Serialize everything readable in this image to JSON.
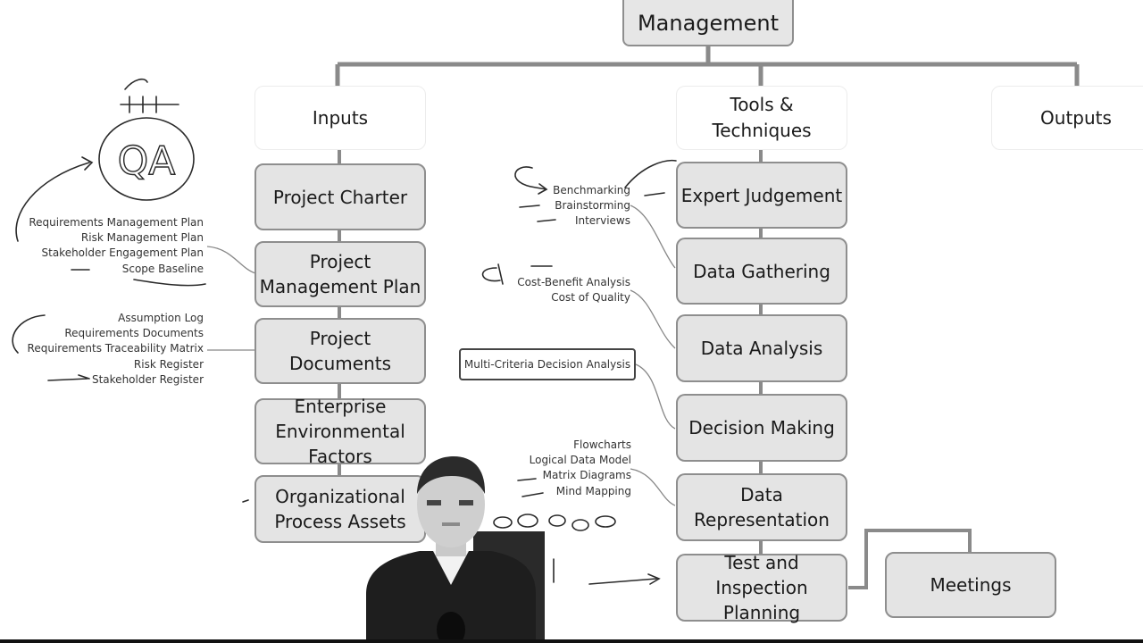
{
  "diagram": {
    "top_title": "Management",
    "headers": {
      "inputs": "Inputs",
      "tools": "Tools &\nTechniques",
      "outputs": "Outputs"
    },
    "inputs": [
      "Project Charter",
      "Project\nManagement Plan",
      "Project\nDocuments",
      "Enterprise\nEnvironmental\nFactors",
      "Organizational\nProcess Assets"
    ],
    "tools": [
      "Expert Judgement",
      "Data Gathering",
      "Data Analysis",
      "Decision Making",
      "Data\nRepresentation",
      "Test and Inspection\nPlanning"
    ],
    "meetings": "Meetings",
    "management_plan_items": [
      "Requirements Management Plan",
      "Risk Management Plan",
      "Stakeholder Engagement Plan",
      "Scope Baseline"
    ],
    "project_documents_items": [
      "Assumption Log",
      "Requirements Documents",
      "Requirements Traceability Matrix",
      "Risk Register",
      "Stakeholder Register"
    ],
    "data_gathering_items": [
      "Benchmarking",
      "Brainstorming",
      "Interviews"
    ],
    "data_analysis_items": [
      "Cost-Benefit Analysis",
      "Cost of Quality"
    ],
    "decision_making_item": "Multi-Criteria Decision Analysis",
    "data_representation_items": [
      "Flowcharts",
      "Logical Data Model",
      "Matrix Diagrams",
      "Mind Mapping"
    ],
    "handwriting": {
      "qa": "QA"
    }
  }
}
